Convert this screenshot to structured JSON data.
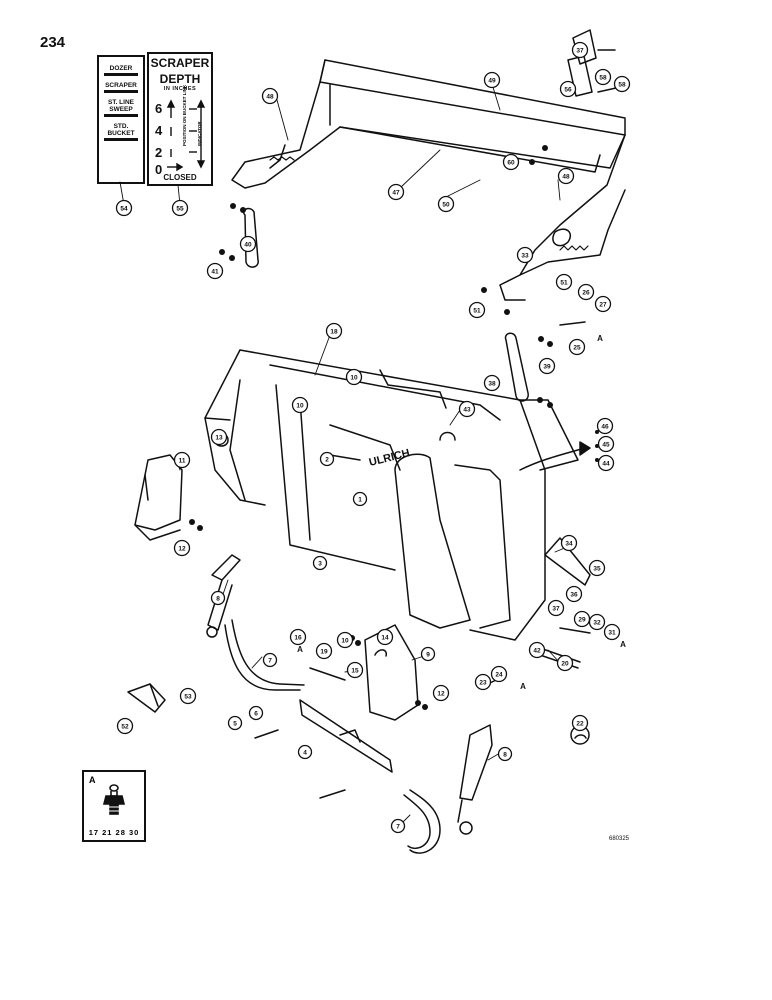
{
  "page_number": "234",
  "figure_code": "680325",
  "decal_54": {
    "callout": "54",
    "rows": [
      "DOZER",
      "SCRAPER",
      "ST. LINE",
      "SWEEP",
      "STD.",
      "BUCKET"
    ]
  },
  "decal_55": {
    "callout": "55",
    "title_line1": "SCRAPER",
    "title_line2": "DEPTH",
    "subtitle": "IN INCHES",
    "depths": [
      "6",
      "4",
      "2",
      "0"
    ],
    "closed_label": "CLOSED",
    "side_text_1": "POSITION ON BUCKET LINK",
    "side_text_2": "INDICATOR"
  },
  "inset_a": {
    "letter": "A",
    "part_numbers": "17 21 28 30"
  },
  "bucket_logo": {
    "brand": "ULRICH"
  },
  "callouts": [
    {
      "id": "c37a",
      "label": "37"
    },
    {
      "id": "c58a",
      "label": "58"
    },
    {
      "id": "c56",
      "label": "56"
    },
    {
      "id": "c58b",
      "label": "58"
    },
    {
      "id": "c48a",
      "label": "48"
    },
    {
      "id": "c49",
      "label": "49"
    },
    {
      "id": "c60",
      "label": "60"
    },
    {
      "id": "c47",
      "label": "47"
    },
    {
      "id": "c50",
      "label": "50"
    },
    {
      "id": "c48b",
      "label": "48"
    },
    {
      "id": "c40",
      "label": "40"
    },
    {
      "id": "c41",
      "label": "41"
    },
    {
      "id": "c33",
      "label": "33"
    },
    {
      "id": "c51a",
      "label": "51"
    },
    {
      "id": "c51b",
      "label": "51"
    },
    {
      "id": "c26",
      "label": "26"
    },
    {
      "id": "c27",
      "label": "27"
    },
    {
      "id": "c25",
      "label": "25"
    },
    {
      "id": "c18",
      "label": "18"
    },
    {
      "id": "c10a",
      "label": "10"
    },
    {
      "id": "c10b",
      "label": "10"
    },
    {
      "id": "c38",
      "label": "38"
    },
    {
      "id": "c39",
      "label": "39"
    },
    {
      "id": "c13",
      "label": "13"
    },
    {
      "id": "c43",
      "label": "43"
    },
    {
      "id": "c2",
      "label": "2"
    },
    {
      "id": "c46",
      "label": "46"
    },
    {
      "id": "c45",
      "label": "45"
    },
    {
      "id": "c44",
      "label": "44"
    },
    {
      "id": "c11",
      "label": "11"
    },
    {
      "id": "c1",
      "label": "1"
    },
    {
      "id": "c12a",
      "label": "12"
    },
    {
      "id": "c3",
      "label": "3"
    },
    {
      "id": "c34",
      "label": "34"
    },
    {
      "id": "c35",
      "label": "35"
    },
    {
      "id": "c36",
      "label": "36"
    },
    {
      "id": "c37b",
      "label": "37"
    },
    {
      "id": "c8a",
      "label": "8"
    },
    {
      "id": "c29",
      "label": "29"
    },
    {
      "id": "c32",
      "label": "32"
    },
    {
      "id": "c31",
      "label": "31"
    },
    {
      "id": "c16",
      "label": "16"
    },
    {
      "id": "c19",
      "label": "19"
    },
    {
      "id": "c10c",
      "label": "10"
    },
    {
      "id": "c14",
      "label": "14"
    },
    {
      "id": "c9",
      "label": "9"
    },
    {
      "id": "c42",
      "label": "42"
    },
    {
      "id": "c7a",
      "label": "7"
    },
    {
      "id": "c15",
      "label": "15"
    },
    {
      "id": "c20",
      "label": "20"
    },
    {
      "id": "c12b",
      "label": "12"
    },
    {
      "id": "c23",
      "label": "23"
    },
    {
      "id": "c24",
      "label": "24"
    },
    {
      "id": "c22",
      "label": "22"
    },
    {
      "id": "c5",
      "label": "5"
    },
    {
      "id": "c6",
      "label": "6"
    },
    {
      "id": "c52",
      "label": "52"
    },
    {
      "id": "c53",
      "label": "53"
    },
    {
      "id": "c4",
      "label": "4"
    },
    {
      "id": "c8b",
      "label": "8"
    },
    {
      "id": "c7b",
      "label": "7"
    }
  ],
  "letter_refs": [
    {
      "id": "a1",
      "label": "A"
    },
    {
      "id": "a2",
      "label": "A"
    },
    {
      "id": "a3",
      "label": "A"
    },
    {
      "id": "a4",
      "label": "A"
    }
  ]
}
